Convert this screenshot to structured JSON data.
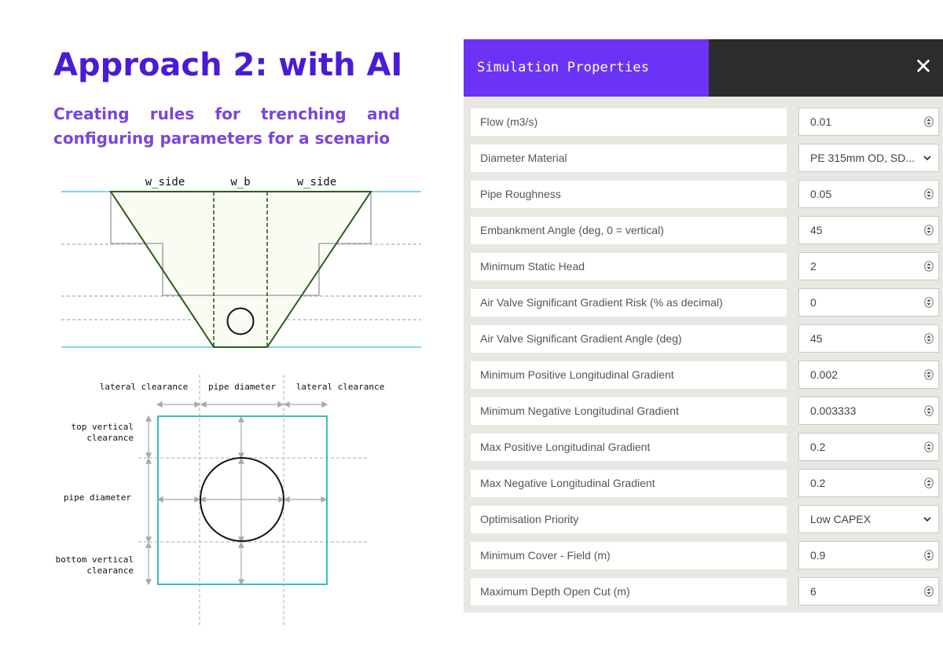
{
  "slide": {
    "title": "Approach 2: with AI",
    "subtitle": "Creating rules for trenching and configuring parameters for a scenario"
  },
  "trench_diagram": {
    "label_w_side_left": "w_side",
    "label_w_b": "w_b",
    "label_w_side_right": "w_side"
  },
  "clearance_diagram": {
    "lateral_clearance_left": "lateral clearance",
    "pipe_diameter_top": "pipe diameter",
    "lateral_clearance_right": "lateral clearance",
    "top_vertical_line1": "top vertical",
    "top_vertical_line2": "clearance",
    "pipe_diameter_left": "pipe diameter",
    "bottom_vertical_line1": "bottom vertical",
    "bottom_vertical_line2": "clearance"
  },
  "panel": {
    "title": "Simulation Properties",
    "close_label": "✕",
    "rows": [
      {
        "label": "Flow (m3/s)",
        "value": "0.01",
        "control": "number"
      },
      {
        "label": "Diameter Material",
        "value": "PE 315mm OD, SD...",
        "control": "select"
      },
      {
        "label": "Pipe Roughness",
        "value": "0.05",
        "control": "number"
      },
      {
        "label": "Embankment Angle (deg, 0 = vertical)",
        "value": "45",
        "control": "number"
      },
      {
        "label": "Minimum Static Head",
        "value": "2",
        "control": "number"
      },
      {
        "label": "Air Valve Significant Gradient Risk (% as decimal)",
        "value": "0",
        "control": "number"
      },
      {
        "label": "Air Valve Significant Gradient Angle (deg)",
        "value": "45",
        "control": "number"
      },
      {
        "label": "Minimum Positive Longitudinal Gradient",
        "value": "0.002",
        "control": "number"
      },
      {
        "label": "Minimum Negative Longitudinal Gradient",
        "value": "0.003333",
        "control": "number"
      },
      {
        "label": "Max Positive Longitudinal Gradient",
        "value": "0.2",
        "control": "number"
      },
      {
        "label": "Max Negative Longitudinal Gradient",
        "value": "0.2",
        "control": "number"
      },
      {
        "label": "Optimisation Priority",
        "value": "Low CAPEX",
        "control": "select"
      },
      {
        "label": "Minimum Cover - Field (m)",
        "value": "0.9",
        "control": "number"
      },
      {
        "label": "Maximum Depth Open Cut (m)",
        "value": "6",
        "control": "number"
      }
    ]
  },
  "colors": {
    "title": "#4a1bd6",
    "subtitle": "#7b44e0",
    "panel_accent": "#6b33f5",
    "panel_header_dark": "#2c2c2c",
    "panel_background": "#e8e7e2",
    "trench_outline": "#2e5a1c",
    "ground_line": "#5ec8d8",
    "clearance_box": "#23b8b8"
  },
  "icons": {
    "spinner": "up-down-spinner-icon",
    "dropdown": "chevron-down-icon",
    "close": "close-icon"
  }
}
